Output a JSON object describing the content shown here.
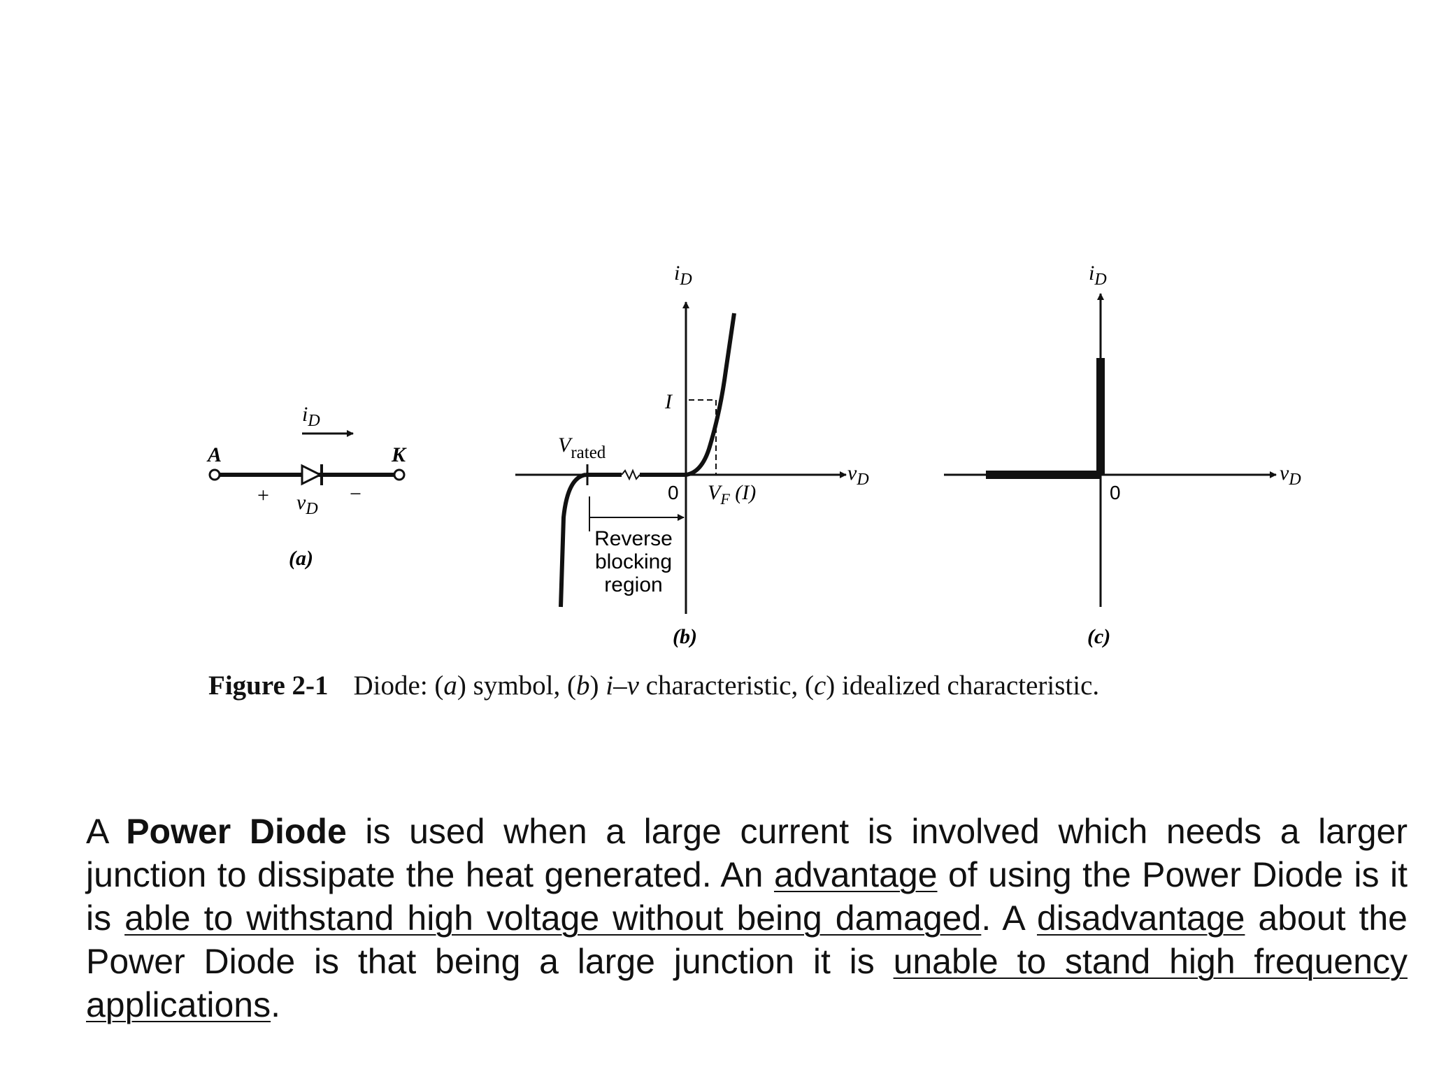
{
  "figure": {
    "panel_a": {
      "anode": "A",
      "cathode": "K",
      "current_label": "i",
      "current_sub": "D",
      "plus": "+",
      "voltage_label": "v",
      "voltage_sub": "D",
      "minus": "−",
      "tag": "(a)"
    },
    "panel_b": {
      "y_axis_label": "i",
      "y_axis_sub": "D",
      "x_axis_label": "v",
      "x_axis_sub": "D",
      "v_rated_main": "V",
      "v_rated_sub": "rated",
      "current_mark": "I",
      "origin": "0",
      "vf_main": "V",
      "vf_sub": "F",
      "vf_arg": " (I)",
      "region_line1": "Reverse",
      "region_line2": "blocking",
      "region_line3": "region",
      "tag": "(b)"
    },
    "panel_c": {
      "y_axis_label": "i",
      "y_axis_sub": "D",
      "x_axis_label": "v",
      "x_axis_sub": "D",
      "origin": "0",
      "tag": "(c)"
    }
  },
  "caption": {
    "label": "Figure 2-1",
    "text_1": "Diode: (",
    "a": "a",
    "text_2": ") symbol, (",
    "b": "b",
    "text_3": ") ",
    "iv": "i–v",
    "text_4": " characteristic, (",
    "c": "c",
    "text_5": ") idealized characteristic."
  },
  "paragraph": {
    "p1": "A ",
    "bold_term": "Power Diode",
    "p2": " is used when a large current is involved which needs a larger junction to dissipate the heat generated. An ",
    "u1": "advantage",
    "p3": " of using the Power Diode is it is ",
    "u2": "able to withstand high voltage without being damaged",
    "p4": ". A ",
    "u3": "disadvantage",
    "p5": " about the Power Diode is that being a large junction it is ",
    "u4": "unable to stand high frequency applications",
    "p6": "."
  }
}
